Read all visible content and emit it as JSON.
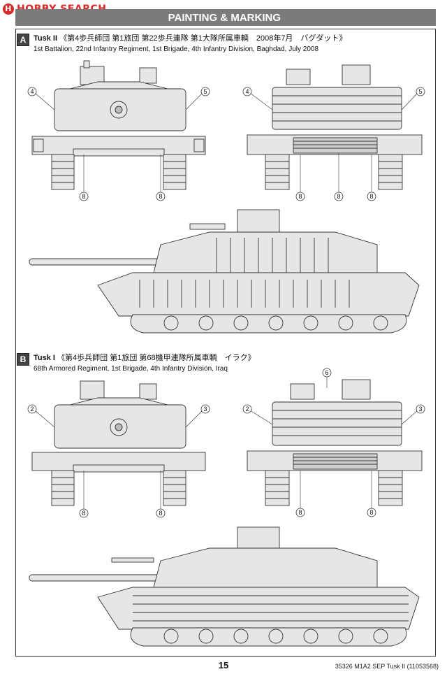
{
  "watermark": {
    "text": "HOBBY SEARCH"
  },
  "header": {
    "title": "PAINTING & MARKING"
  },
  "sections": [
    {
      "letter": "A",
      "name": "Tusk II",
      "jp": "《第4歩兵師団 第1旅団 第22歩兵連隊 第1大隊所属車輌　2008年7月　バグダット》",
      "en": "1st Battalion, 22nd Infantry Regiment, 1st Brigade, 4th Infantry Division, Baghdad, July 2008",
      "callouts": [
        "4",
        "5",
        "8",
        "8",
        "4",
        "5",
        "8",
        "8",
        "8"
      ]
    },
    {
      "letter": "B",
      "name": "Tusk I",
      "jp": "《第4歩兵師団 第1旅団 第68機甲連隊所属車輌　イラク》",
      "en": "68th Armored Regiment, 1st Brigade, 4th Infantry Division, Iraq",
      "callouts": [
        "2",
        "3",
        "8",
        "8",
        "6",
        "2",
        "3",
        "8",
        "8"
      ]
    }
  ],
  "footer": {
    "page": "15",
    "product": "35326  M1A2 SEP Tusk II (11053568)"
  }
}
